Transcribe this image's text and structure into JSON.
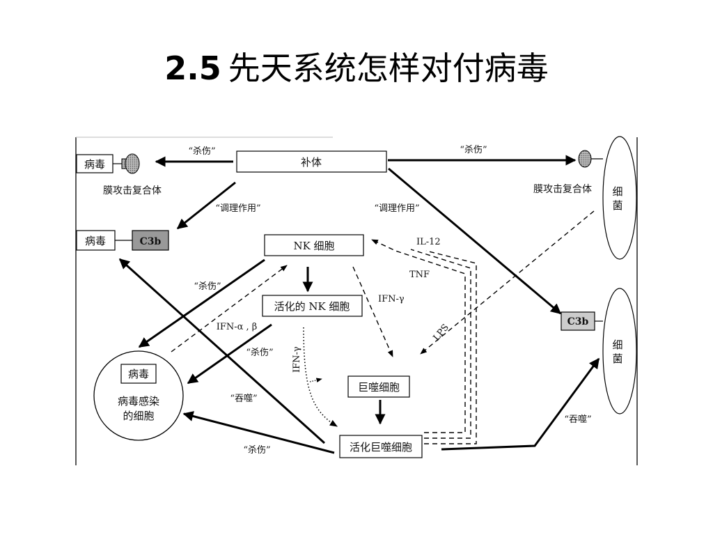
{
  "slide": {
    "title_number": "2.5",
    "title_text": "先天系统怎样对付病毒"
  },
  "diagram": {
    "complement": "补体",
    "virus": "病毒",
    "c3b": "C3b",
    "bacteria": "细菌",
    "mac": "膜攻击复合体",
    "nk_cell": "NK 细胞",
    "activated_nk": "活化的 NK 细胞",
    "macrophage": "巨噬细胞",
    "activated_macrophage": "活化巨噬细胞",
    "infected_cell_line1": "病毒感染",
    "infected_cell_line2": "的细胞",
    "kill": "“杀伤”",
    "opsonization": "“调理作用”",
    "phagocytosis": "“吞噬”",
    "il12": "IL-12",
    "tnf": "TNF",
    "ifn_gamma": "IFN-γ",
    "ifn_ab": "IFN-α , β",
    "lps": "LPS"
  }
}
